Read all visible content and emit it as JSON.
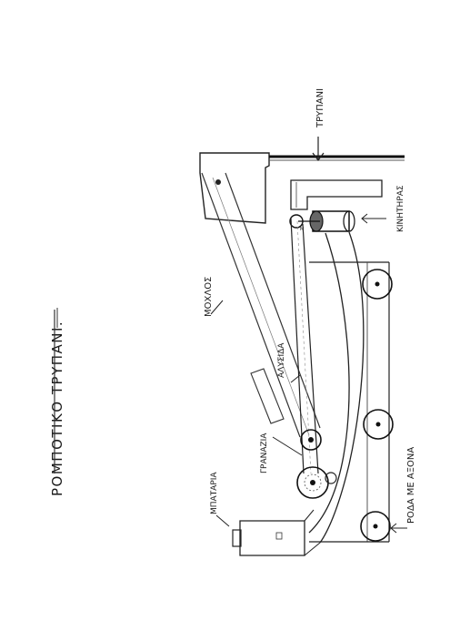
{
  "title": "ΡΟΜΠΟΤΙΚΟ ΤΡΥΠΑΝΙ.",
  "labels": {
    "trypani": "ΤΡΥΠΑΝΙ",
    "kinitiras": "ΚΙΝΗΤΗΡΑΣ",
    "moxlos": "ΜΟΧΛΟΣ",
    "alysida": "ΑΛΥΣΙΔΑ",
    "granazia": "ΓΡΑΝΑΖΙΑ",
    "mpataria": "ΜΠΑΤΑΡΙΑ",
    "roda": "ΡΟΔΑ ΜΕ ΑΞΟΝΑ"
  },
  "colors": {
    "ink": "#1a1a1a",
    "pencil": "#444444",
    "paper": "#ffffff"
  }
}
